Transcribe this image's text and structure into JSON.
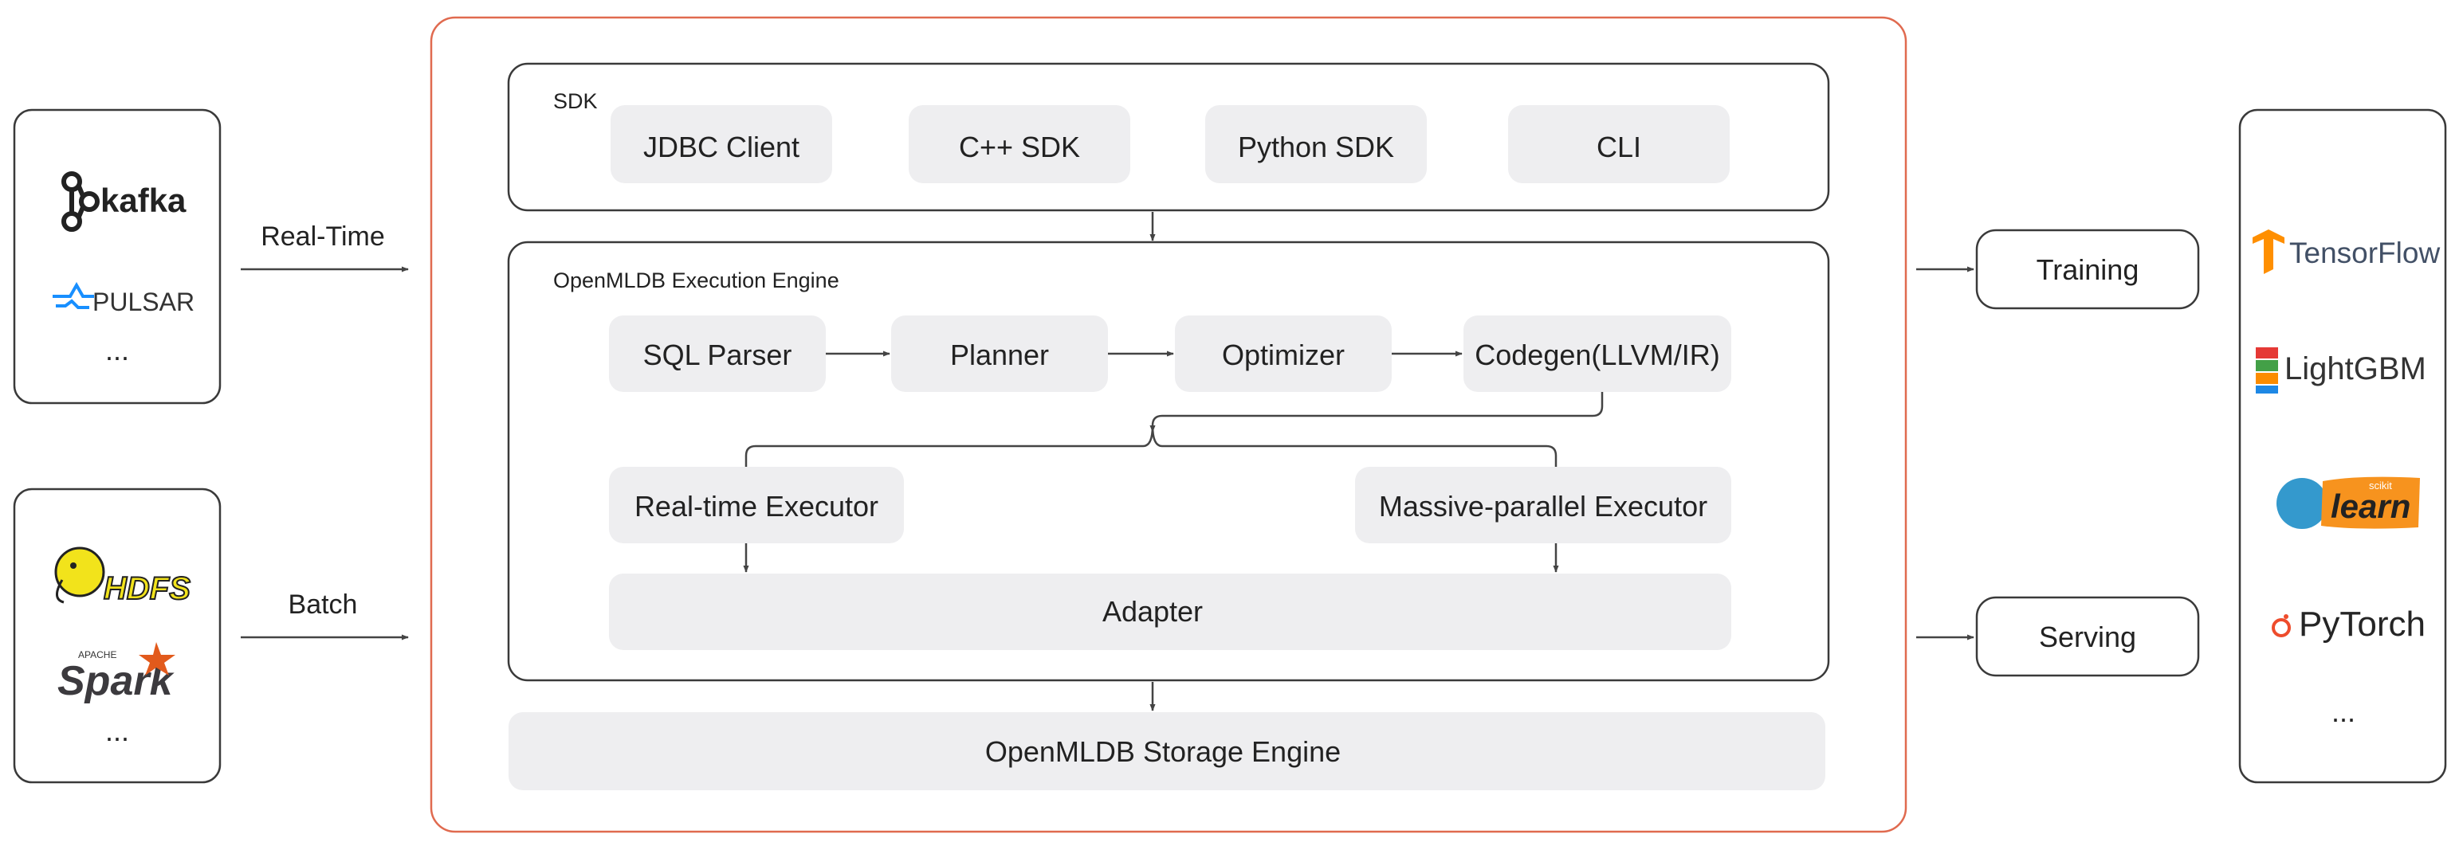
{
  "sources": {
    "realtime": {
      "kafka": "kafka",
      "pulsar": "PULSAR",
      "more": "..."
    },
    "batch": {
      "hdfs": "HDFS",
      "spark": "Spark",
      "spark_prefix": "APACHE",
      "more": "..."
    }
  },
  "edges": {
    "realtime_label": "Real-Time",
    "batch_label": "Batch"
  },
  "sdk": {
    "title": "SDK",
    "items": [
      "JDBC Client",
      "C++ SDK",
      "Python SDK",
      "CLI"
    ]
  },
  "engine": {
    "title": "OpenMLDB Execution Engine",
    "pipeline": [
      "SQL Parser",
      "Planner",
      "Optimizer",
      "Codegen(LLVM/IR)"
    ],
    "realtime_executor": "Real-time Executor",
    "parallel_executor": "Massive-parallel Executor",
    "adapter": "Adapter"
  },
  "storage": {
    "label": "OpenMLDB Storage Engine"
  },
  "outputs": {
    "training": "Training",
    "serving": "Serving"
  },
  "frameworks": {
    "tensorflow": "TensorFlow",
    "lightgbm": "LightGBM",
    "sklearn_top": "scikit",
    "sklearn": "learn",
    "pytorch": "PyTorch",
    "more": "..."
  },
  "colors": {
    "outer_border": "#e06a4f",
    "box_border": "#3a3a3a",
    "chip_fill": "#eeeef0",
    "arrow": "#444444",
    "tensorflow": "#ff8f00",
    "pytorch": "#ee4c2c",
    "pulsar": "#188fff",
    "sklearn_orange": "#f7931e",
    "sklearn_blue": "#3499cd",
    "hdfs_yellow": "#f2e31b"
  }
}
